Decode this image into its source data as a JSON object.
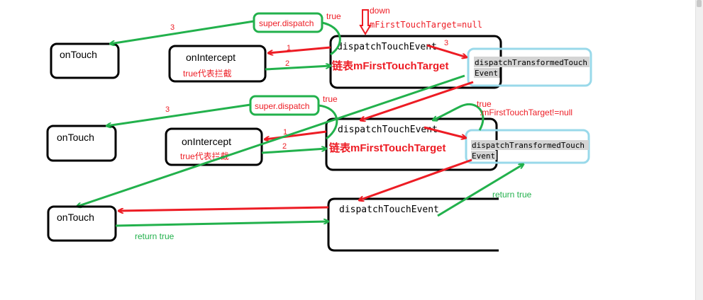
{
  "diagram": {
    "colors": {
      "green": "#22b14c",
      "red": "#ed1c24",
      "blue": "#99d9ea",
      "black": "#000000",
      "gray": "#d4d4d4"
    },
    "top_label_down": "down",
    "top_label_target": "mFirstTouchTarget=null",
    "row1": {
      "ontouch": "onTouch",
      "onintercept": "onIntercept",
      "intercept_note": "true代表拦截",
      "dispatch": "dispatchTouchEvent",
      "linked_list": "链表mFirstTouchTarget",
      "transformed_line1": "dispatchTransformedTouch",
      "transformed_line2": "Event",
      "super_dispatch": "super.dispatch",
      "true_label": "true",
      "arrow_1": "1",
      "arrow_2": "2",
      "arrow_3_left": "3",
      "arrow_3_right": "3"
    },
    "row2": {
      "ontouch": "onTouch",
      "onintercept": "onIntercept",
      "intercept_note": "true代表拦截",
      "dispatch": "dispatchTouchEvent",
      "linked_list": "链表mFirstTouchTarget",
      "transformed_line1": "dispatchTransformedTouch",
      "transformed_line2": "Event",
      "super_dispatch": "super.dispatch",
      "true_label": "true",
      "loop_true": "true",
      "loop_note": ":mFirstTouchTarget!=null",
      "arrow_1": "1",
      "arrow_2": "2",
      "arrow_3": "3"
    },
    "row3": {
      "ontouch": "onTouch",
      "dispatch": "dispatchTouchEvent",
      "return_left": "return true",
      "return_right": "return true"
    }
  }
}
